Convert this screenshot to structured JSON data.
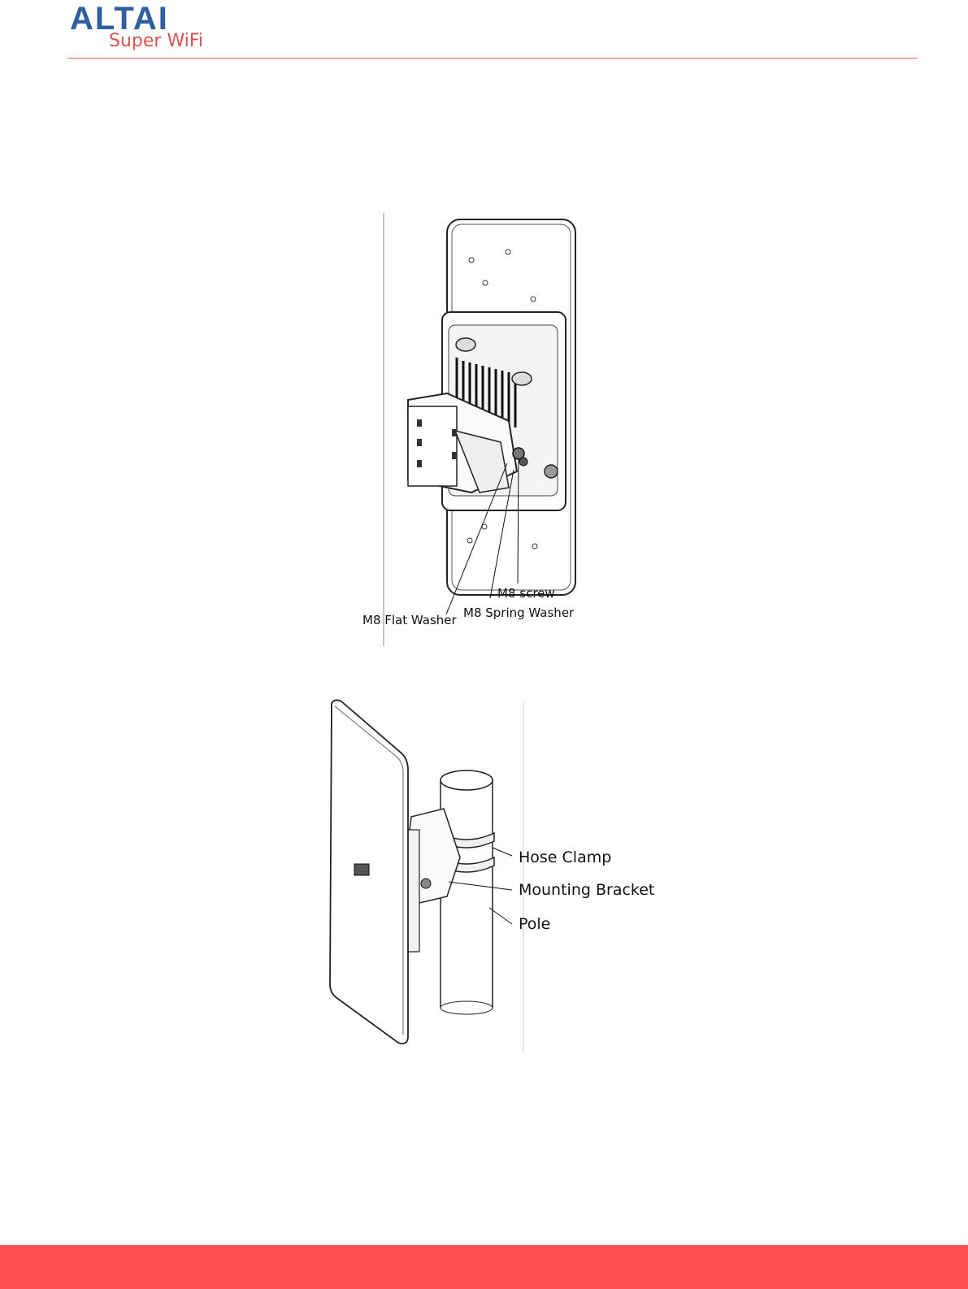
{
  "header": {
    "logo_text": "ALTAI",
    "logo_tagline": "Super WiFi",
    "logo_color": "#2f5f9e",
    "tagline_color": "#d9534f",
    "rule_color": "#e25a5a"
  },
  "figure1": {
    "labels": {
      "m8_screw": "M8 screw",
      "m8_spring_washer": "M8 Spring Washer",
      "m8_flat_washer": "M8 Flat Washer"
    }
  },
  "figure2": {
    "labels": {
      "hose_clamp": "Hose Clamp",
      "mounting_bracket": "Mounting Bracket",
      "pole": "Pole"
    }
  },
  "footer": {
    "color": "#ff5050"
  }
}
